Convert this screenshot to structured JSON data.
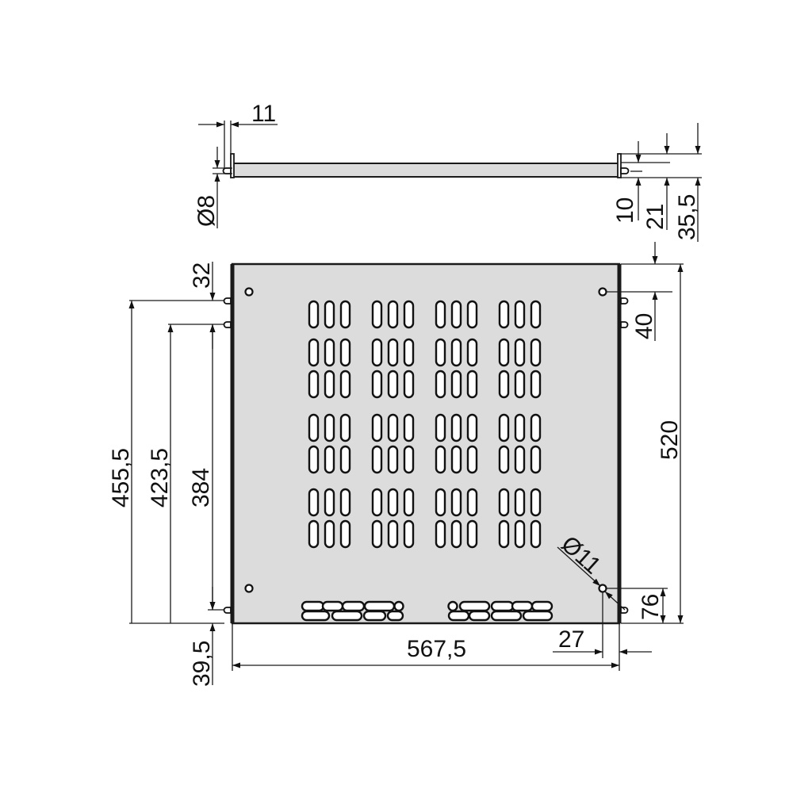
{
  "drawing": {
    "title": "Rack shelf technical drawing",
    "colors": {
      "plate_fill": "#dcdcdc",
      "line": "#1a1a1a",
      "background": "#ffffff"
    },
    "side_view": {
      "dimensions": {
        "pin_offset": "11",
        "pin_diameter": "Ø8",
        "pin_height": "10",
        "flange_height": "21",
        "total_height": "35,5"
      }
    },
    "top_view": {
      "dimensions": {
        "top_to_first_pin": "32",
        "right_hole_spacing": "40",
        "depth": "520",
        "pin_span_outer": "455,5",
        "pin_span_mid": "423,5",
        "pin_span_inner": "384",
        "bottom_offset": "39,5",
        "width": "567,5",
        "hole_diameter": "Ø11",
        "hole_edge_offset": "27",
        "hole_height": "76"
      },
      "vent_slots": {
        "groups": 4,
        "slots_per_group": 3,
        "rows": 7
      },
      "bottom_slot_clusters": 2
    }
  }
}
